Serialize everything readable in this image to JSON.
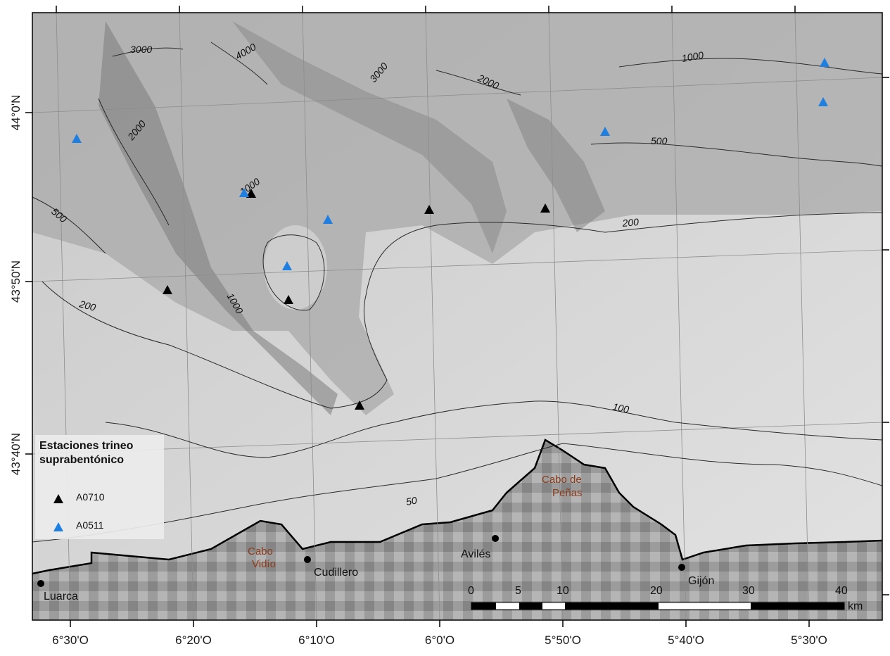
{
  "axes": {
    "lat_labels": [
      "44°0'N",
      "43°50'N",
      "43°40'N"
    ],
    "lon_labels": [
      "6°30'O",
      "6°20'O",
      "6°10'O",
      "6°0'O",
      "5°50'O",
      "5°40'O",
      "5°30'O"
    ]
  },
  "contour_labels": [
    "3000",
    "4000",
    "3000",
    "2000",
    "2000",
    "1000",
    "500",
    "1000",
    "500",
    "200",
    "1000",
    "200",
    "100",
    "50"
  ],
  "places": [
    "Luarca",
    "Cudillero",
    "Avilés",
    "Gijón"
  ],
  "capes": [
    {
      "lines": [
        "Cabo",
        "Vidío"
      ]
    },
    {
      "lines": [
        "Cabo de",
        "Peñas"
      ]
    }
  ],
  "scale_bar": {
    "ticks": [
      "0",
      "5",
      "10",
      "20",
      "30",
      "40"
    ],
    "unit": "km"
  },
  "legend": {
    "title": "Estaciones trineo suprabentónico",
    "items": [
      {
        "label": "A0710",
        "color": "#000000"
      },
      {
        "label": "A0511",
        "color": "#1f7fe0"
      }
    ]
  },
  "colors": {
    "a0710": "#000000",
    "a0511": "#1f7fe0",
    "cape_label": "#8b3a1a"
  }
}
